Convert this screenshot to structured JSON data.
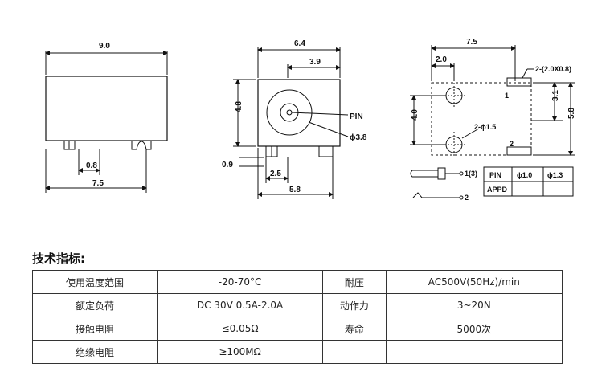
{
  "drawing": {
    "front_view": {
      "width_dim": "9.0",
      "pin_spacing_dim": "0.8",
      "base_dim": "7.5"
    },
    "side_view": {
      "width_dim": "6.4",
      "offset_dim": "3.9",
      "height_dim": "4.8",
      "pin_label": "PIN",
      "hole_dim": "ϕ3.8",
      "pin_height_dim": "0.9",
      "pin_offset_dim": "2.5",
      "base_dim": "5.8"
    },
    "pcb_layout": {
      "width_dim": "7.5",
      "left_offset_dim": "2.0",
      "slot_dim": "2-(2.0X0.8)",
      "pin_one_label": "1",
      "pin_two_label": "2",
      "hole_dim": "2-ϕ1.5",
      "vertical_spacing_dim": "4.0",
      "right_offset_dim": "3.1",
      "height_dim": "5.8",
      "contact_one_label": "1(3)",
      "contact_two_label": "2"
    },
    "pin_table": {
      "headers": [
        "PIN",
        "ϕ1.0",
        "ϕ1.3"
      ],
      "row_label": "APPD"
    }
  },
  "specs": {
    "title": "技术指标:",
    "rows": [
      {
        "label": "使用温度范围",
        "value": "-20-70°C",
        "label2": "耐压",
        "value2": "AC500V(50Hz)/min"
      },
      {
        "label": "额定负荷",
        "value": "DC 30V 0.5A-2.0A",
        "label2": "动作力",
        "value2": "3~20N"
      },
      {
        "label": "接触电阻",
        "value": "≤0.05Ω",
        "label2": "寿命",
        "value2": "5000次"
      },
      {
        "label": "绝缘电阻",
        "value": "≥100MΩ",
        "label2": "",
        "value2": ""
      }
    ]
  }
}
